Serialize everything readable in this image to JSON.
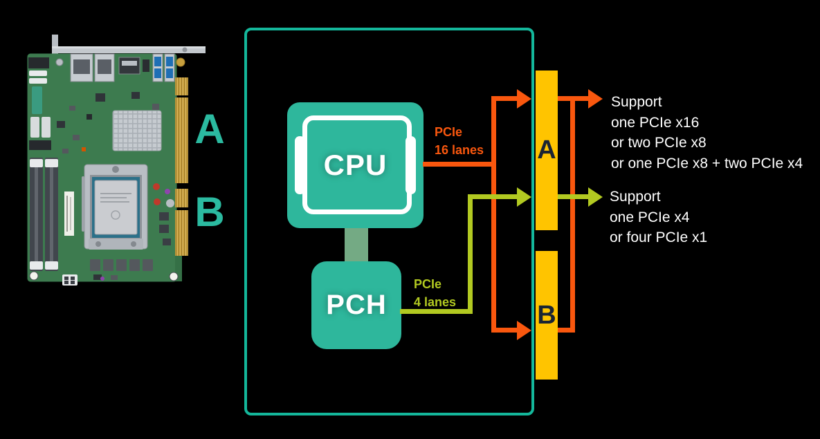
{
  "colors": {
    "background": "#000000",
    "teal_frame": "#14b79b",
    "teal_block": "#2eb79c",
    "teal_board_label": "#2bbaa0",
    "orange": "#f9570e",
    "lime_green": "#b2c921",
    "slot_yellow": "#ffc400",
    "slot_letter_dark": "#1b2433",
    "cpu_pch_link_green": "#74aa84",
    "pcb_green": "#3d7b4f",
    "text_white": "#ffffff"
  },
  "board": {
    "slot_a_label": "A",
    "slot_b_label": "B"
  },
  "diagram": {
    "cpu": {
      "label": "CPU"
    },
    "pch": {
      "label": "PCH"
    },
    "cpu_link": {
      "protocol": "PCIe",
      "lanes": "16 lanes"
    },
    "pch_link": {
      "protocol": "PCIe",
      "lanes": "4 lanes"
    },
    "slot_a": {
      "label": "A"
    },
    "slot_b": {
      "label": "B"
    }
  },
  "annotations": {
    "slot_a_support": {
      "lines": [
        "Support",
        "one PCIe x16",
        "or two PCIe x8",
        "or one PCIe x8 + two PCIe x4"
      ]
    },
    "slot_b_support": {
      "lines": [
        "Support",
        "one PCIe x4",
        "or four PCIe x1"
      ]
    }
  }
}
